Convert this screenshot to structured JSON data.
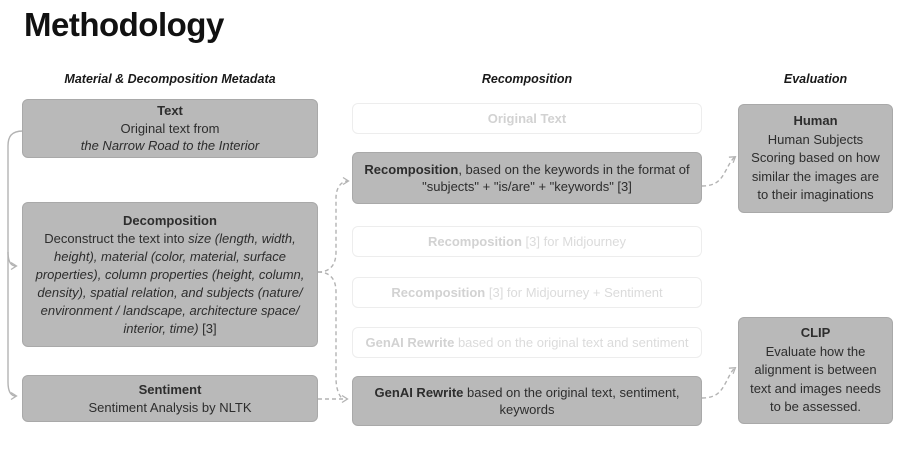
{
  "title": "Methodology",
  "headers": {
    "left": "Material & Decomposition Metadata",
    "middle": "Recomposition",
    "right": "Evaluation"
  },
  "left_column": {
    "text_box": {
      "title": "Text",
      "line_regular": "Original text from",
      "line_italic": "the Narrow Road to the Interior"
    },
    "decomposition_box": {
      "title": "Decomposition",
      "lead": "Deconstruct the text into ",
      "detail_italic": "size (length, width, height), material (color, material, surface properties), column properties (height, column, density), spatial relation, and subjects (nature/ environment / landscape, architecture space/ interior, time)",
      "citation": " [3]"
    },
    "sentiment_box": {
      "title": "Sentiment",
      "body": "Sentiment Analysis by NLTK"
    }
  },
  "middle_column": {
    "original_text_box": {
      "label": "Original Text"
    },
    "recomposition_keywords_box": {
      "bold": "Recomposition",
      "rest": ", based on the keywords in the format of \"subjects\" + \"is/are\" + \"keywords\" [3]"
    },
    "recomposition_midjourney_box": {
      "bold": "Recomposition",
      "rest": " [3] for Midjourney"
    },
    "recomposition_midjourney_sentiment_box": {
      "bold": "Recomposition",
      "rest": " [3] for Midjourney + Sentiment"
    },
    "genai_rewrite_sentiment_box": {
      "bold": "GenAI Rewrite",
      "rest": " based on the original text and sentiment"
    },
    "genai_rewrite_keywords_box": {
      "bold": "GenAI Rewrite",
      "rest": " based on the original text, sentiment, keywords"
    }
  },
  "right_column": {
    "human_box": {
      "title": "Human",
      "body": "Human Subjects Scoring based on how similar the images are to their imaginations"
    },
    "clip_box": {
      "title": "CLIP",
      "body": "Evaluate how the alignment is between text and images needs to be assessed."
    }
  },
  "colors": {
    "box_grey": "#b9b9b9",
    "box_grey_border": "#a9a9a9",
    "faded_border": "#ededed",
    "faded_text": "#dbdbdb",
    "faded_bold": "#d2d2d2",
    "text_dark": "#2d2d2d",
    "connector": "#b3b3b3",
    "title_color": "#111111"
  }
}
